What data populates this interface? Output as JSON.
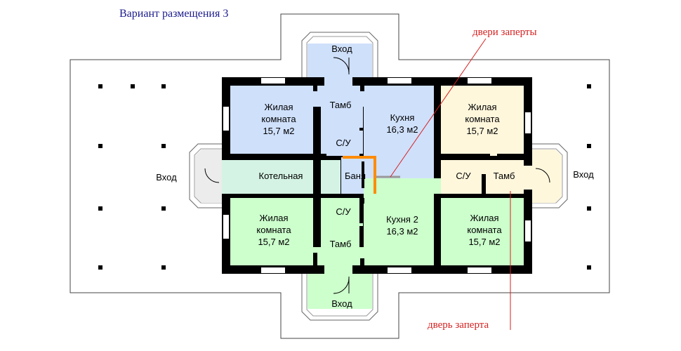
{
  "title": "Вариант размещения 3",
  "colors": {
    "wall": "#000000",
    "blue_zone": "#cfe0fb",
    "green_zone": "#ccffcc",
    "cream_zone": "#fff7dc",
    "mint_zone": "#d4f3e4",
    "orange_bath": "#ff8c00",
    "note_red": "#d61f1f",
    "title_blue": "#1a1a8c"
  },
  "annotations": {
    "doors_locked": "двери заперты",
    "door_locked": "дверь заперта"
  },
  "entrances": {
    "top": "Вход",
    "left": "Вход",
    "right": "Вход",
    "bottom": "Вход"
  },
  "rooms": {
    "living_top_left": {
      "line1": "Жилая",
      "line2": "комната",
      "line3": "15,7 м2"
    },
    "tamb_top": "Тамб",
    "kitchen_top": {
      "line1": "Кухня",
      "line2": "16,3 м2"
    },
    "living_top_right": {
      "line1": "Жилая",
      "line2": "комната",
      "line3": "15,7 м2"
    },
    "wc_top": "С/У",
    "boiler": "Котельная",
    "bath": "Баня",
    "wc_right": "С/У",
    "tamb_right": "Тамб",
    "wc_bottom": "С/У",
    "living_bottom_left": {
      "line1": "Жилая",
      "line2": "комната",
      "line3": "15,7 м2"
    },
    "kitchen_bottom": {
      "line1": "Кухня 2",
      "line2": "16,3 м2"
    },
    "living_bottom_right": {
      "line1": "Жилая",
      "line2": "комната",
      "line3": "15,7 м2"
    },
    "tamb_bottom": "Тамб"
  }
}
